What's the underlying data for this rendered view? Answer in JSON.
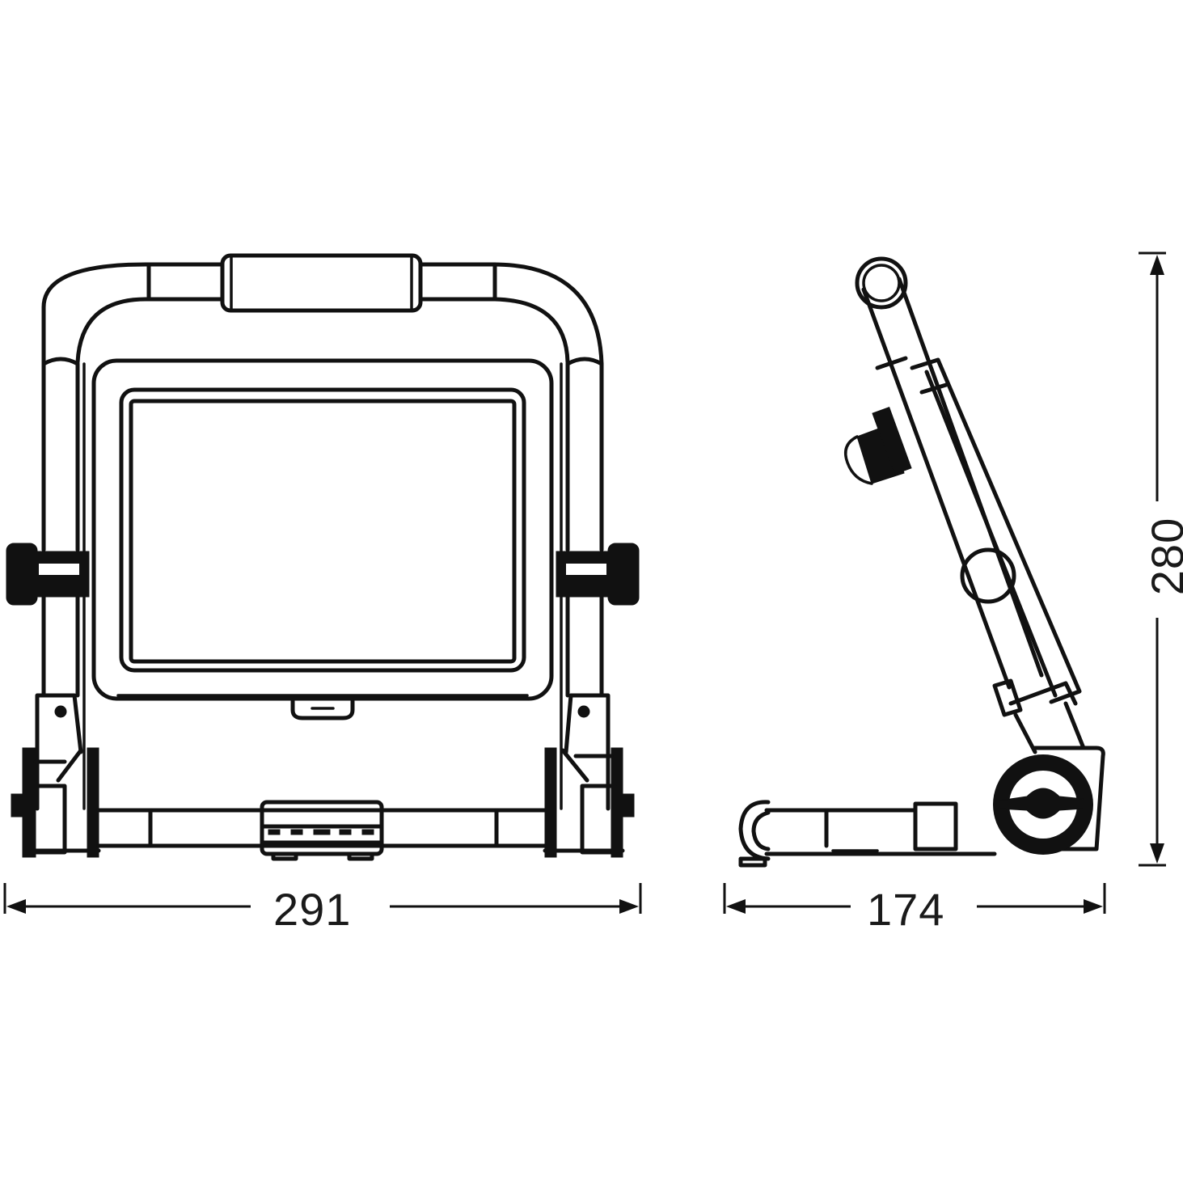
{
  "drawing": {
    "subject": "Portable LED work floodlight with folding stand",
    "views": [
      {
        "id": "front-view",
        "label": "Front view"
      },
      {
        "id": "side-view",
        "label": "Side view"
      }
    ],
    "units": "mm",
    "line_color": "#111111",
    "background": "#ffffff"
  },
  "dimensions": {
    "width": {
      "value": "291",
      "orientation": "horizontal",
      "view": "front-view"
    },
    "depth": {
      "value": "174",
      "orientation": "horizontal",
      "view": "side-view"
    },
    "height": {
      "value": "280",
      "orientation": "vertical",
      "view": "side-view"
    }
  },
  "components": {
    "front": [
      "carry-handle",
      "handle-grip",
      "tubular-frame",
      "lamp-housing",
      "led-panel",
      "adjustment-knob-left",
      "adjustment-knob-right",
      "hinge-left",
      "hinge-right",
      "base-bar",
      "switch-block",
      "bottom-clip"
    ],
    "side": [
      "handle-end",
      "lamp-body",
      "cable-gland",
      "pivot-disc",
      "hinge-wheel",
      "foot",
      "base-rail"
    ]
  }
}
